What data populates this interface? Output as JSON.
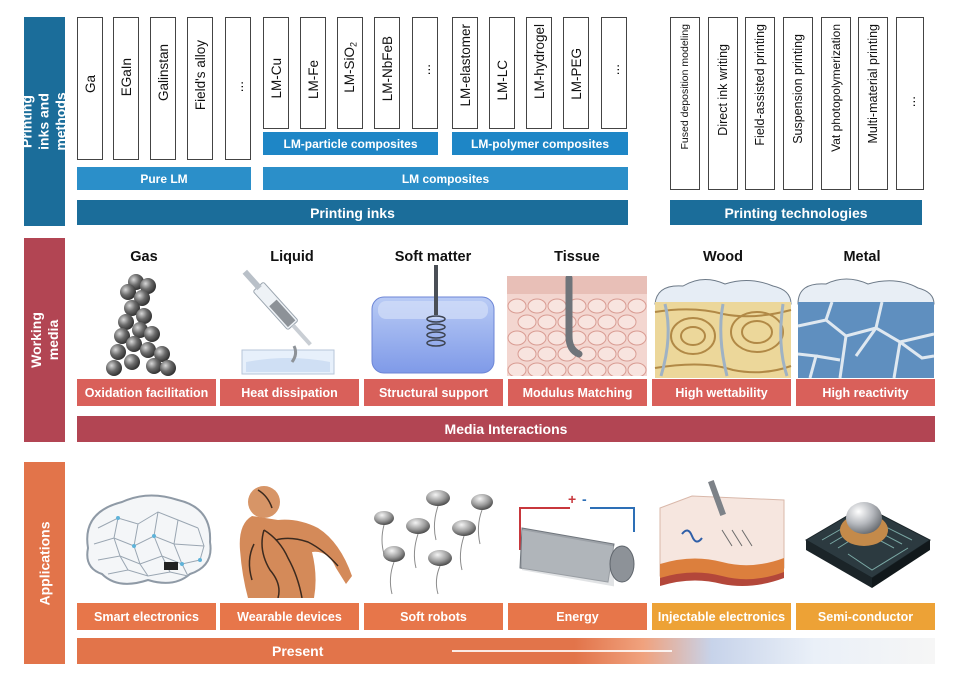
{
  "sections": {
    "inks_methods": "Printing inks and\nmethods",
    "working_media": "Working media",
    "applications": "Applications"
  },
  "pure_lm": [
    "Ga",
    "EGaIn",
    "Galinstan",
    "Field's alloy",
    "..."
  ],
  "particle_composites": [
    "LM-Cu",
    "LM-Fe",
    "LM-SiO",
    "LM-NbFeB",
    "..."
  ],
  "sio2_subscript": "2",
  "polymer_composites": [
    "LM-elastomer",
    "LM-LC",
    "LM-hydrogel",
    "LM-PEG",
    "..."
  ],
  "technologies": [
    "Fused deposition modeling",
    "Direct ink writing",
    "Field-assisted printing",
    "Suspension printing",
    "Vat photopolymerization",
    "Multi-material printing",
    "..."
  ],
  "labels": {
    "pure_lm": "Pure LM",
    "particle": "LM-particle composites",
    "polymer": "LM-polymer composites",
    "composites": "LM composites",
    "printing_inks": "Printing inks",
    "printing_tech": "Printing technologies",
    "media_interactions": "Media Interactions",
    "present": "Present"
  },
  "media": [
    {
      "title": "Gas",
      "role": "Oxidation facilitation"
    },
    {
      "title": "Liquid",
      "role": "Heat dissipation"
    },
    {
      "title": "Soft matter",
      "role": "Structural support"
    },
    {
      "title": "Tissue",
      "role": "Modulus Matching"
    },
    {
      "title": "Wood",
      "role": "High wettability"
    },
    {
      "title": "Metal",
      "role": "High reactivity"
    }
  ],
  "applications": [
    "Smart electronics",
    "Wearable devices",
    "Soft robots",
    "Energy",
    "Injectable electronics",
    "Semi-conductor"
  ],
  "energy_signs": {
    "plus": "+",
    "minus": "-"
  },
  "colors": {
    "inks_side": "#1b6d9a",
    "media_side": "#b24553",
    "apps_side": "#e2744a",
    "pink_bar": "#d9605a",
    "media_interactions": "#b24553",
    "orange_bar": "#e7764a",
    "yellow_bar": "#eda236"
  }
}
